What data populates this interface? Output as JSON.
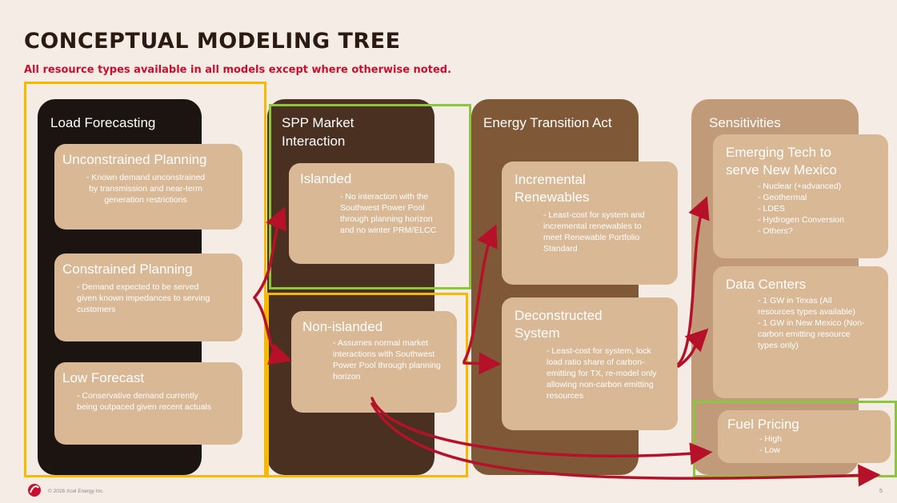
{
  "slide": {
    "title": "CONCEPTUAL MODELING TREE",
    "subtitle": "All resource types available in all models except where otherwise noted.",
    "footer": "© 2026 Xcel Energy Inc.",
    "page_number": "5"
  },
  "columns": {
    "load": {
      "heading": "Load Forecasting",
      "cards": [
        {
          "title": "Unconstrained Planning",
          "body": "- Known demand unconstrained by transmission and near-term generation restrictions"
        },
        {
          "title": "Constrained Planning",
          "body": "- Demand expected to be served given known impedances to serving customers"
        },
        {
          "title": "Low Forecast",
          "body": "- Conservative demand currently being outpaced given recent actuals"
        }
      ]
    },
    "spp": {
      "heading": "SPP Market Interaction",
      "cards": [
        {
          "title": "Islanded",
          "body": "- No interaction with the Southwest Power Pool through planning horizon and no winter PRM/ELCC"
        },
        {
          "title": "Non-islanded",
          "body": "- Assumes normal market interactions with Southwest Power Pool through planning horizon"
        }
      ]
    },
    "eta": {
      "heading": "Energy Transition Act",
      "cards": [
        {
          "title": "Incremental Renewables",
          "body": "- Least-cost for system and incremental renewables to meet Renewable Portfolio Standard"
        },
        {
          "title": "Deconstructed System",
          "body": "- Least-cost for system, lock load ratio share of carbon-emitting for TX, re-model only allowing non-carbon emitting resources"
        }
      ]
    },
    "sens": {
      "heading": "Sensitivities",
      "cards": [
        {
          "title": "Emerging Tech to serve New Mexico",
          "bullets": [
            "- Nuclear (+advanced)",
            "- Geothermal",
            "- LDES",
            "- Hydrogen Conversion",
            "- Others?"
          ]
        },
        {
          "title": "Data Centers",
          "bullets": [
            "- 1 GW in Texas (All resources types available)",
            "- 1 GW in New Mexico (Non-carbon emitting resource types only)"
          ]
        },
        {
          "title": "Fuel Pricing",
          "bullets": [
            "- High",
            "- Low"
          ]
        }
      ]
    }
  },
  "colors": {
    "accent_red": "#c8102e",
    "highlight_yellow": "#f7b800",
    "highlight_green": "#8cc63f",
    "card": "#d9b895"
  }
}
